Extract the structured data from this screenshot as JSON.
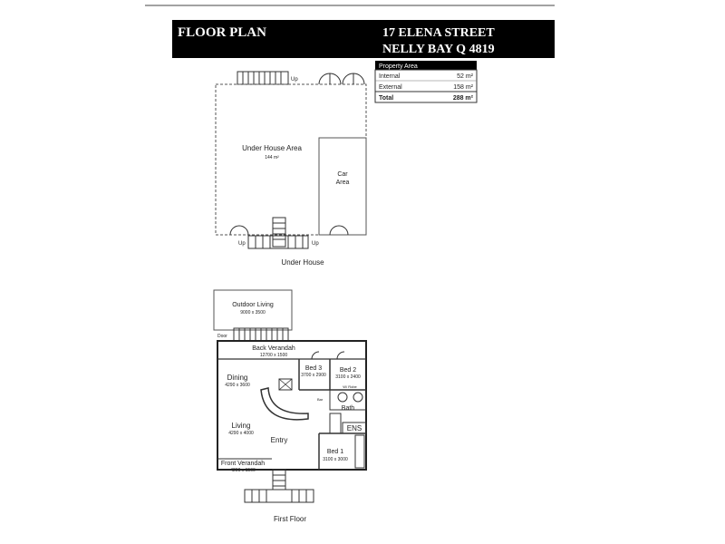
{
  "header": {
    "left_title": "FLOOR PLAN",
    "address_line1": "17 ELENA STREET",
    "address_line2": "NELLY BAY Q 4819"
  },
  "area_table": {
    "heading": "Property Area",
    "rows": [
      {
        "label": "Internal",
        "value": "52 m²"
      },
      {
        "label": "External",
        "value": "158 m²"
      },
      {
        "label": "Total",
        "value": "288 m²"
      }
    ]
  },
  "under_house": {
    "caption": "Under House",
    "main_area": "Under House Area",
    "main_area_dim": "144 m²",
    "car_area": [
      "Car",
      "Area"
    ],
    "up_labels": [
      "Up",
      "Up",
      "Up"
    ]
  },
  "first_floor": {
    "caption": "First Floor",
    "outdoor_living": "Outdoor Living",
    "outdoor_living_dim": "9000 x 3500",
    "back_verandah": "Back Verandah",
    "back_verandah_dim": "12700 x 1500",
    "bed3": "Bed 3",
    "bed3_dim": "3700 x 2900",
    "bed2": "Bed 2",
    "bed2_dim": "3100 x 2400",
    "dining": "Dining",
    "dining_dim": "4290 x 3600",
    "living": "Living",
    "living_dim": "4290 x 4000",
    "entry": "Entry",
    "bath": "Bath",
    "ens": "ENS",
    "bed1": "Bed 1",
    "bed1_dim": "3100 x 3000",
    "front_verandah": "Front Verandah",
    "front_verandah_dim": "4200 x 1500",
    "door_label": "Door",
    "bar_label": "Bar",
    "wir_label": "W/ Robe"
  },
  "colors": {
    "header_bg": "#000000",
    "header_text": "#ffffff",
    "lines": "#222222"
  }
}
